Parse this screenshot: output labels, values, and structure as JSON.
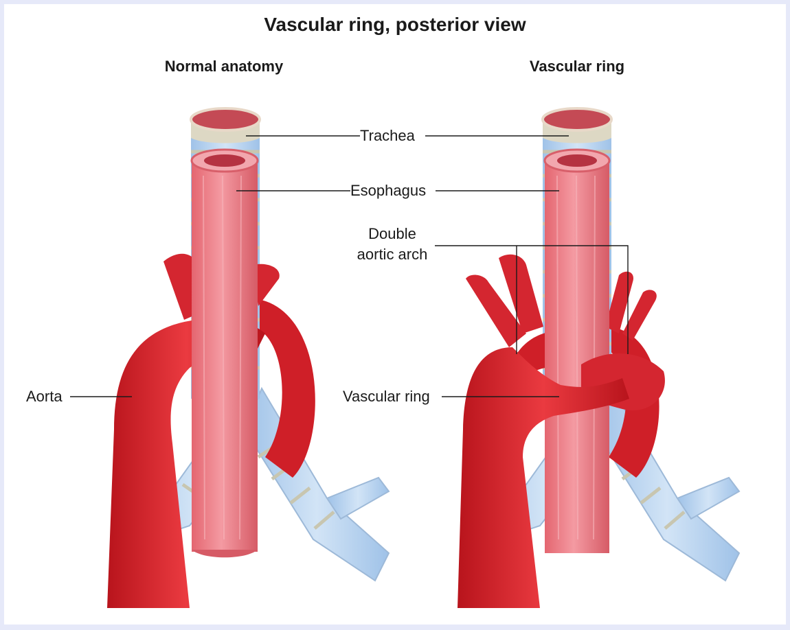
{
  "title": "Vascular ring, posterior view",
  "panels": {
    "left": {
      "heading": "Normal anatomy"
    },
    "right": {
      "heading": "Vascular ring"
    }
  },
  "labels": {
    "trachea": "Trachea",
    "esophagus": "Esophagus",
    "double_aortic_arch": "Double aortic arch",
    "aorta": "Aorta",
    "vascular_ring": "Vascular ring"
  },
  "colors": {
    "background_border": "#e6e9f9",
    "aorta": "#d8242c",
    "esophagus": "#e8707a",
    "trachea": "#b9d4ef",
    "cartilage_rings": "#c8c6b0"
  }
}
